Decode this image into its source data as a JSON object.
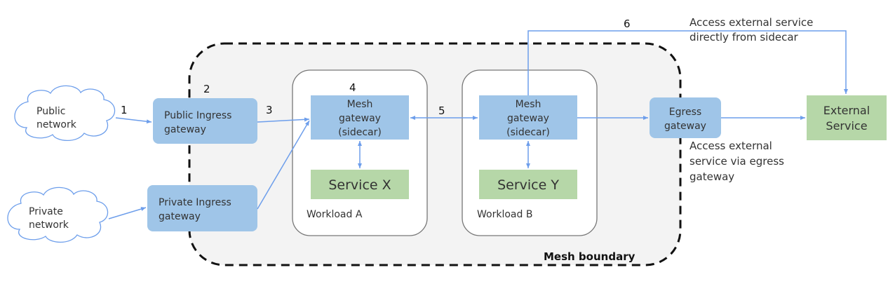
{
  "colors": {
    "gateway_blue": "#9fc5e8",
    "service_green": "#b6d7a8",
    "arrow_blue": "#6d9eeb",
    "mesh_fill": "#f3f3f3"
  },
  "clouds": {
    "public": [
      "Public",
      "network"
    ],
    "private": [
      "Private",
      "network"
    ]
  },
  "gateways": {
    "public_ingress": [
      "Public Ingress",
      "gateway"
    ],
    "private_ingress": [
      "Private Ingress",
      "gateway"
    ],
    "mesh_a": [
      "Mesh",
      "gateway",
      "(sidecar)"
    ],
    "mesh_b": [
      "Mesh",
      "gateway",
      "(sidecar)"
    ],
    "egress": [
      "Egress",
      "gateway"
    ]
  },
  "services": {
    "x": "Service X",
    "y": "Service Y",
    "external": [
      "External",
      "Service"
    ]
  },
  "workloads": {
    "a": "Workload A",
    "b": "Workload B"
  },
  "mesh_boundary": "Mesh boundary",
  "steps": [
    "1",
    "2",
    "3",
    "4",
    "5",
    "6"
  ],
  "notes": {
    "direct": [
      "Access external service",
      "directly from sidecar"
    ],
    "via_egress": [
      "Access external",
      "service via egress",
      "gateway"
    ]
  }
}
